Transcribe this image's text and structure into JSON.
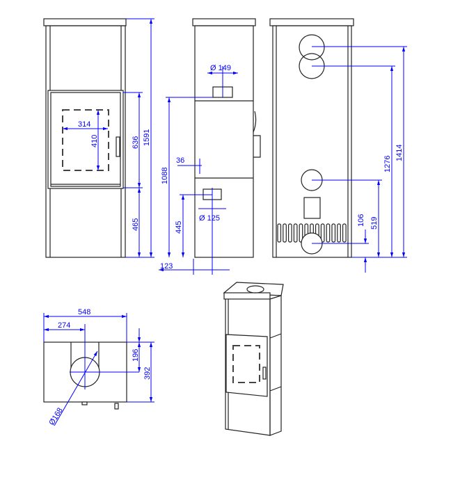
{
  "front": {
    "width_inner": "314",
    "height_inner": "410",
    "door_height": "636",
    "total_height": "1591",
    "bottom_height": "465"
  },
  "side": {
    "flue_top": "Ø 149",
    "flue_height": "1088",
    "offset": "36",
    "air_height": "445",
    "air_inlet": "Ø 125",
    "air_offset": "123"
  },
  "back": {
    "top_outlet": "1414",
    "top_outlet_2": "1276",
    "rear_outlet": "519",
    "air_inlet": "106"
  },
  "top": {
    "width": "548",
    "half_width": "274",
    "depth_center": "196",
    "depth": "392",
    "flue_diameter": "Ø168"
  },
  "colors": {
    "dimension": "#0000ff",
    "outline": "#222222"
  }
}
